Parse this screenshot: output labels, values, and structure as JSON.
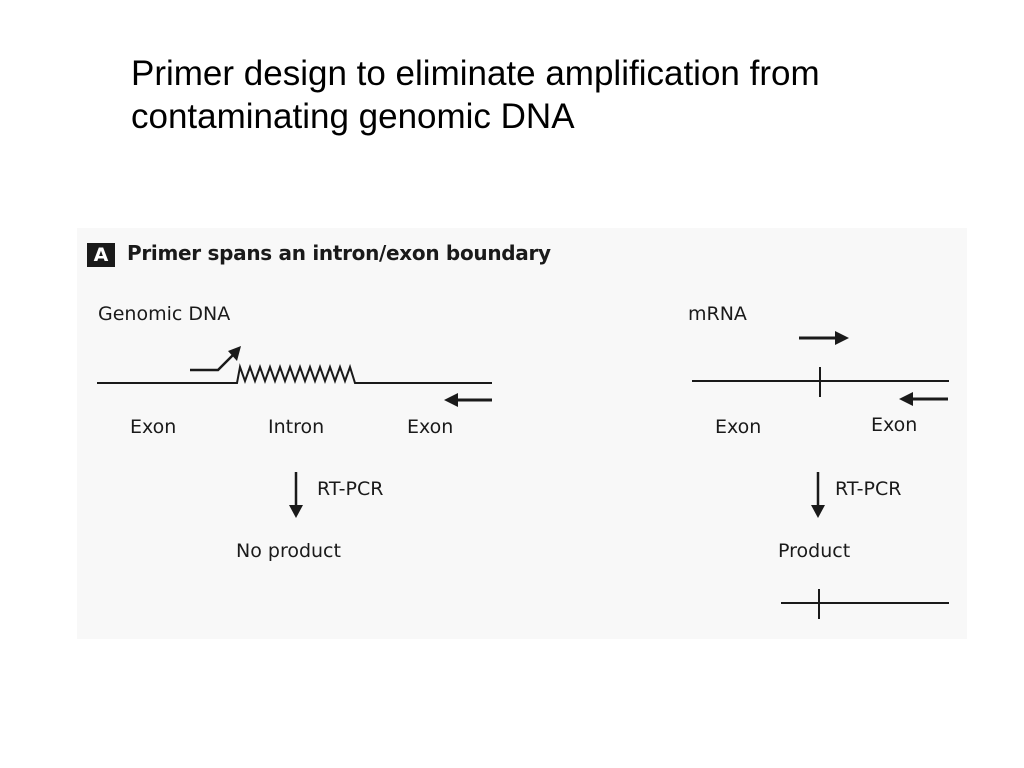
{
  "slide": {
    "title_line1": "Primer design to eliminate amplification from",
    "title_line2": "contaminating genomic DNA"
  },
  "figure": {
    "panel_letter": "A",
    "panel_heading": "Primer spans an intron/exon boundary",
    "left": {
      "template_label": "Genomic DNA",
      "exon_left": "Exon",
      "intron": "Intron",
      "exon_right": "Exon",
      "step_label": "RT-PCR",
      "result": "No product"
    },
    "right": {
      "template_label": "mRNA",
      "exon_left": "Exon",
      "exon_right": "Exon",
      "step_label": "RT-PCR",
      "result": "Product"
    }
  },
  "colors": {
    "ink": "#1a1a1a",
    "figure_background": "#f8f8f8",
    "slide_background": "#ffffff"
  }
}
